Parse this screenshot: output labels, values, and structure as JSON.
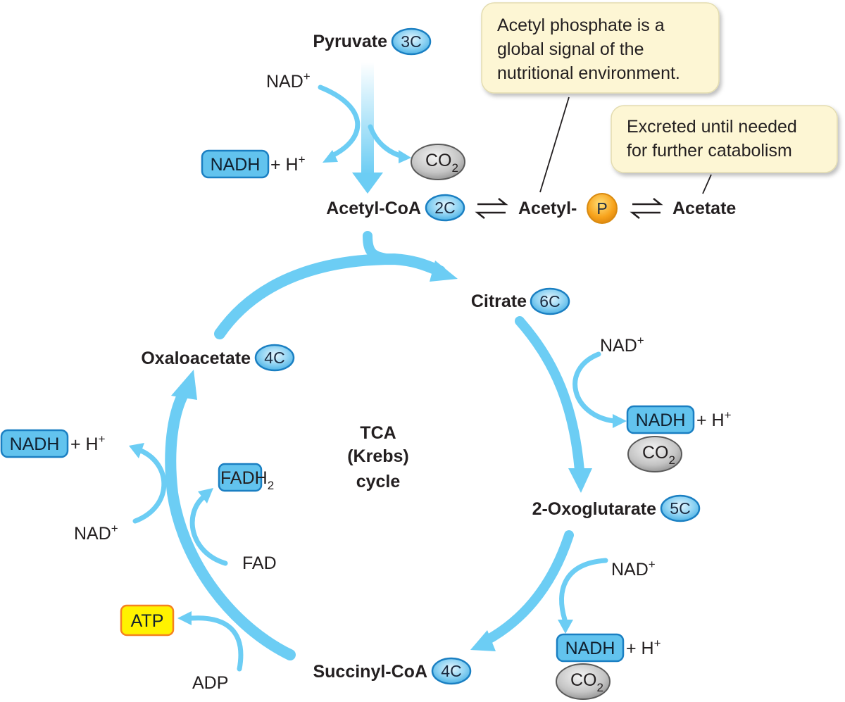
{
  "diagram": {
    "center_label": [
      "TCA",
      "(Krebs)",
      "cycle"
    ],
    "compounds": {
      "pyruvate": {
        "name": "Pyruvate",
        "carbons": "3C"
      },
      "acetyl_coa": {
        "name": "Acetyl-CoA",
        "carbons": "2C"
      },
      "acetyl_p": {
        "name": "Acetyl-",
        "group": "P"
      },
      "acetate": {
        "name": "Acetate"
      },
      "citrate": {
        "name": "Citrate",
        "carbons": "6C"
      },
      "oxoglutarate": {
        "name": "2-Oxoglutarate",
        "carbons": "5C"
      },
      "succinyl_coa": {
        "name": "Succinyl-CoA",
        "carbons": "4C"
      },
      "oxaloacetate": {
        "name": "Oxaloacetate",
        "carbons": "4C"
      }
    },
    "cofactors": {
      "nad": "NAD",
      "nad_sup": "+",
      "nadh": "NADH",
      "plus_h": "+ H",
      "h_sup": "+",
      "co": "CO",
      "co_sub": "2",
      "fad": "FAD",
      "fadh": "FADH",
      "fadh_sub": "2",
      "atp": "ATP",
      "adp": "ADP"
    },
    "notes": {
      "acetyl_phosphate": [
        "Acetyl phosphate is a",
        "global signal of the",
        "nutritional environment."
      ],
      "excreted": [
        "Excreted until needed",
        "for further catabolism"
      ]
    },
    "colors": {
      "arrow": "#6ccdf4",
      "pill": "#62c3ee",
      "pill_stroke": "#1a7fc2",
      "atp": "#fff200",
      "atp_stroke": "#f58220",
      "phosphate": "#f7a21b",
      "note_fill": "#fdf6d4"
    }
  }
}
